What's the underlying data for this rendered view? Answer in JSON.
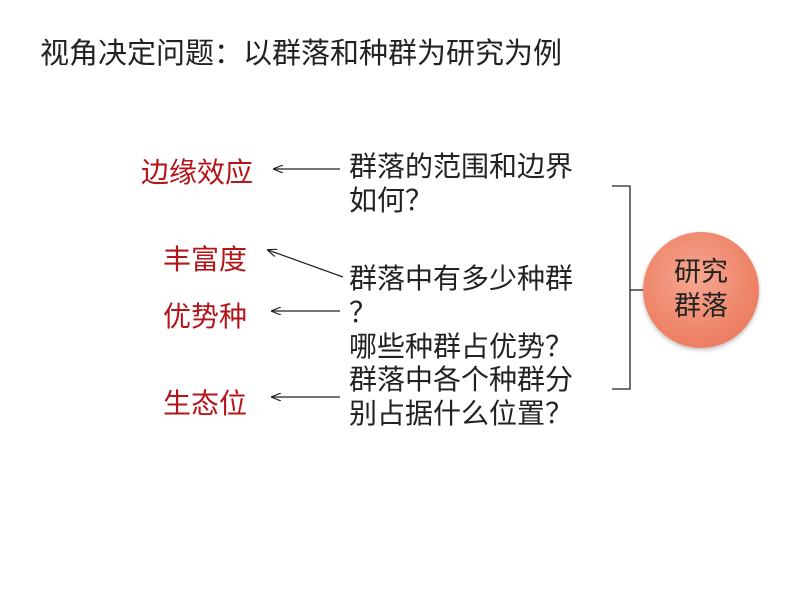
{
  "title": "视角决定问题：以群落和种群为研究为例",
  "concepts": {
    "edge_effect": "边缘效应",
    "richness": "丰富度",
    "dominant": "优势种",
    "niche": "生态位"
  },
  "questions": {
    "q1_line1": "群落的范围和边界",
    "q1_line2": "如何？",
    "q2_line1": "群落中有多少种群",
    "q2_line2": "？",
    "q3_line1": "哪些种群占优势？",
    "q4_line1": "群落中各个种群分",
    "q4_line2": "别占据什么位置？"
  },
  "center": {
    "line1": "研究",
    "line2": "群落"
  },
  "colors": {
    "concept_text": "#b3151b",
    "bubble_fill": "#ee8468",
    "line": "#222222"
  }
}
